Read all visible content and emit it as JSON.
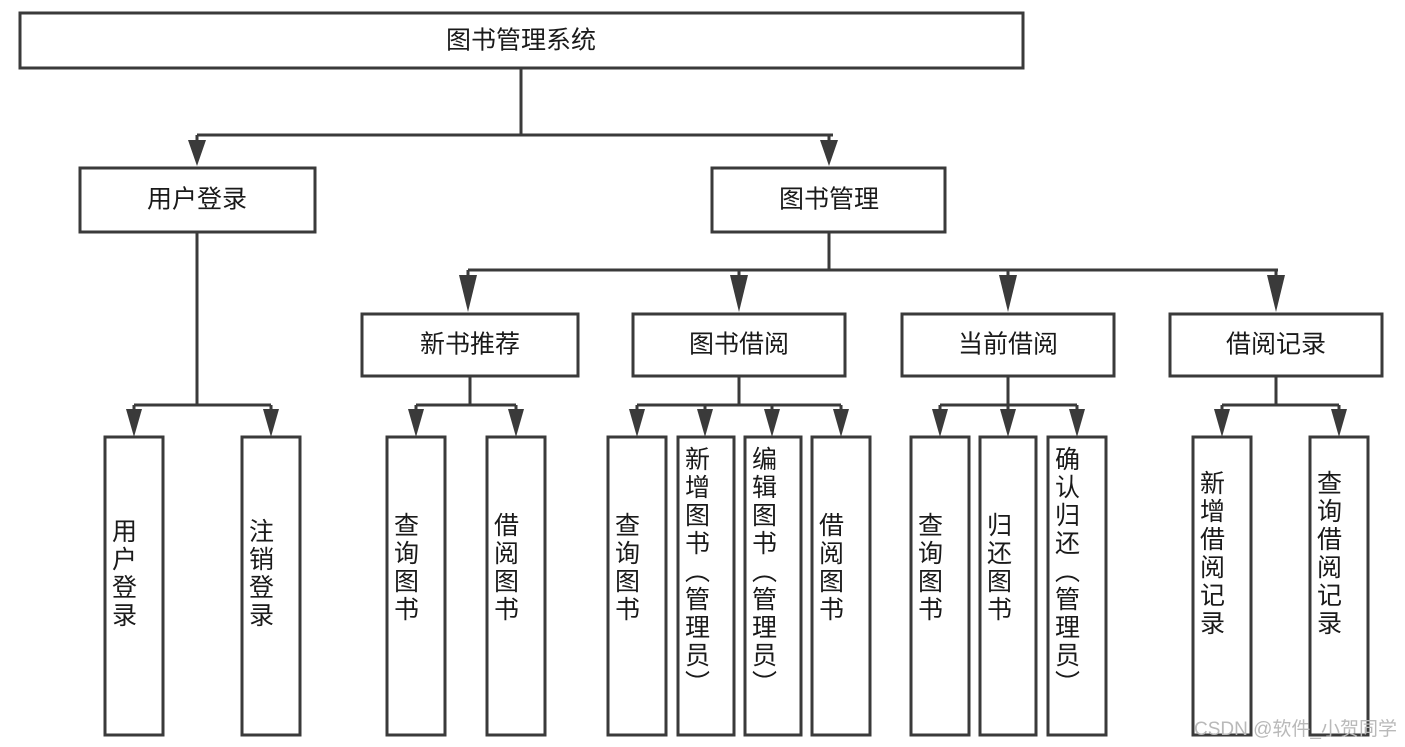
{
  "diagram": {
    "type": "tree-hierarchy",
    "orientation": "top-down",
    "watermark": "CSDN @软件_小贺同学",
    "colors": {
      "stroke": "#3a3a3a",
      "box_fill": "#ffffff",
      "text": "#1a1a1a",
      "background": "#ffffff",
      "watermark": "#b9b9b9"
    },
    "root": {
      "label": "图书管理系统"
    },
    "level1": [
      {
        "label": "用户登录"
      },
      {
        "label": "图书管理"
      }
    ],
    "level2": [
      {
        "label": "新书推荐"
      },
      {
        "label": "图书借阅"
      },
      {
        "label": "当前借阅"
      },
      {
        "label": "借阅记录"
      }
    ],
    "leaves": {
      "user_login": [
        {
          "label": "用户登录"
        },
        {
          "label": "注销登录"
        }
      ],
      "new_book_recommend": [
        {
          "label": "查询图书"
        },
        {
          "label": "借阅图书"
        }
      ],
      "book_borrow": [
        {
          "label": "查询图书"
        },
        {
          "label": "新增图书（管理员）"
        },
        {
          "label": "编辑图书（管理员）"
        },
        {
          "label": "借阅图书"
        }
      ],
      "current_borrow": [
        {
          "label": "查询图书"
        },
        {
          "label": "归还图书"
        },
        {
          "label": "确认归还（管理员）"
        }
      ],
      "borrow_record": [
        {
          "label": "新增借阅记录"
        },
        {
          "label": "查询借阅记录"
        }
      ]
    }
  }
}
